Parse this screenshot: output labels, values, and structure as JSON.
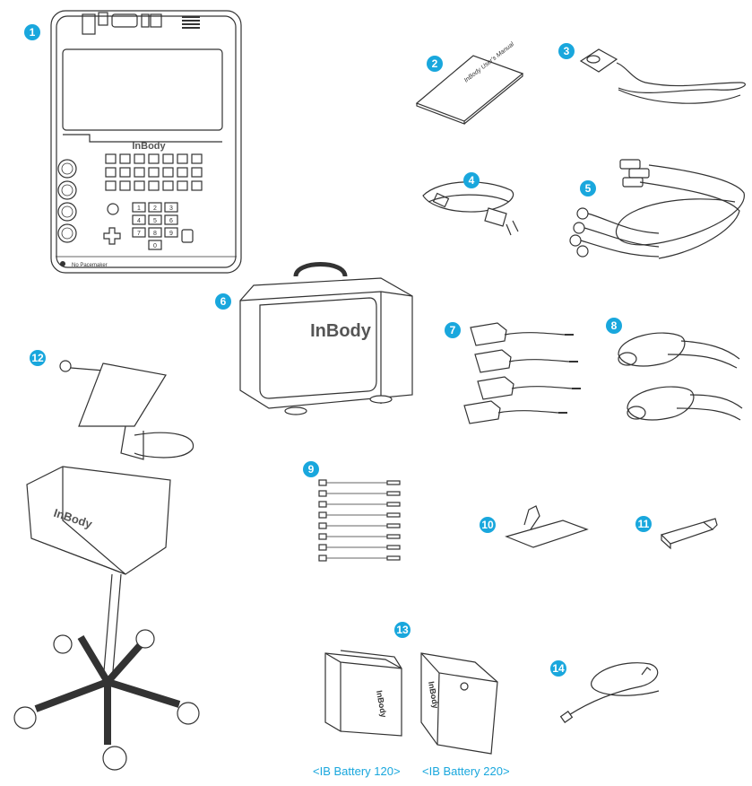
{
  "items": [
    {
      "num": "1"
    },
    {
      "num": "2"
    },
    {
      "num": "3"
    },
    {
      "num": "4"
    },
    {
      "num": "5"
    },
    {
      "num": "6"
    },
    {
      "num": "7"
    },
    {
      "num": "8"
    },
    {
      "num": "9"
    },
    {
      "num": "10"
    },
    {
      "num": "11"
    },
    {
      "num": "12"
    },
    {
      "num": "13"
    },
    {
      "num": "14"
    }
  ],
  "brand": "InBody",
  "manual_text": "InBody User's Manual",
  "device": {
    "no_pacemaker": "No Pacemaker",
    "keypad": [
      "1",
      "2",
      "3",
      "4",
      "5",
      "6",
      "7",
      "8",
      "9",
      "0"
    ]
  },
  "battery_captions": {
    "b120": "<IB Battery 120>",
    "b220": "<IB Battery 220>"
  },
  "colors": {
    "badge": "#19a7dd",
    "caption": "#19a7dd",
    "line": "#333333"
  }
}
